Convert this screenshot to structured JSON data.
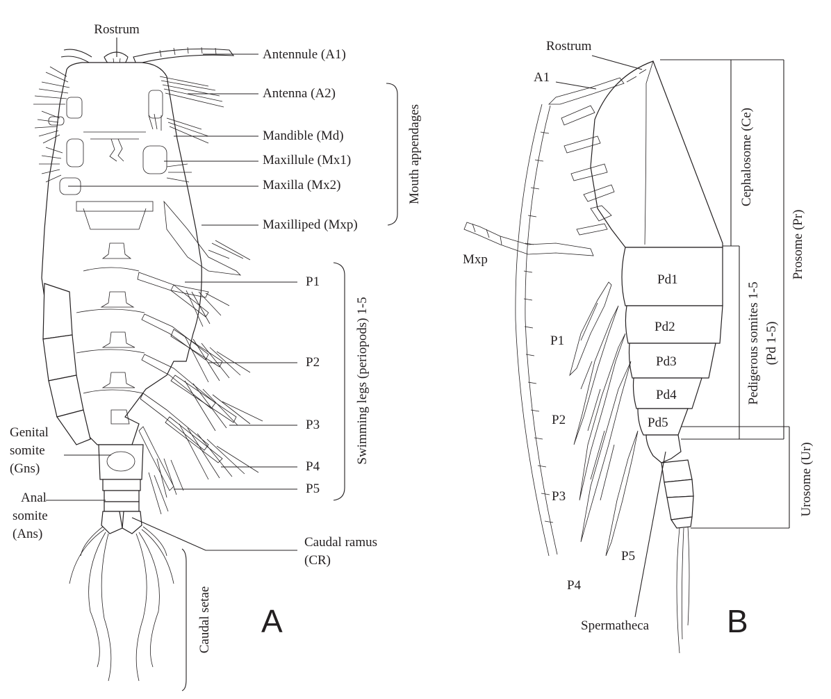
{
  "panel_a": {
    "panel_label": "A",
    "labels": {
      "rostrum": "Rostrum",
      "antennule": "Antennule (A1)",
      "antenna": "Antenna (A2)",
      "mandible": "Mandible (Md)",
      "maxillule": "Maxillule (Mx1)",
      "maxilla": "Maxilla (Mx2)",
      "maxilliped": "Maxilliped (Mxp)",
      "mouth_appendages": "Mouth appendages",
      "p1": "P1",
      "p2": "P2",
      "p3": "P3",
      "p4": "P4",
      "p5": "P5",
      "swimming_legs": "Swimming legs (periopods) 1-5",
      "genital_somite_line1": "Genital",
      "genital_somite_line2": "somite",
      "genital_somite_line3": "(Gns)",
      "anal_somite_line1": "Anal",
      "anal_somite_line2": "somite",
      "anal_somite_line3": "(Ans)",
      "caudal_ramus_line1": "Caudal ramus",
      "caudal_ramus_line2": "(CR)",
      "caudal_setae": "Caudal setae"
    }
  },
  "panel_b": {
    "panel_label": "B",
    "labels": {
      "rostrum": "Rostrum",
      "a1": "A1",
      "mxp": "Mxp",
      "p1": "P1",
      "p2": "P2",
      "p3": "P3",
      "p4": "P4",
      "p5": "P5",
      "pd1": "Pd1",
      "pd2": "Pd2",
      "pd3": "Pd3",
      "pd4": "Pd4",
      "pd5": "Pd5",
      "cephalosome": "Cephalosome (Ce)",
      "pedigerous_line1": "Pedigerous somites 1-5",
      "pedigerous_line2": "(Pd 1-5)",
      "prosome": "Prosome (Pr)",
      "urosome": "Urosome (Ur)",
      "spermatheca": "Spermatheca"
    }
  }
}
